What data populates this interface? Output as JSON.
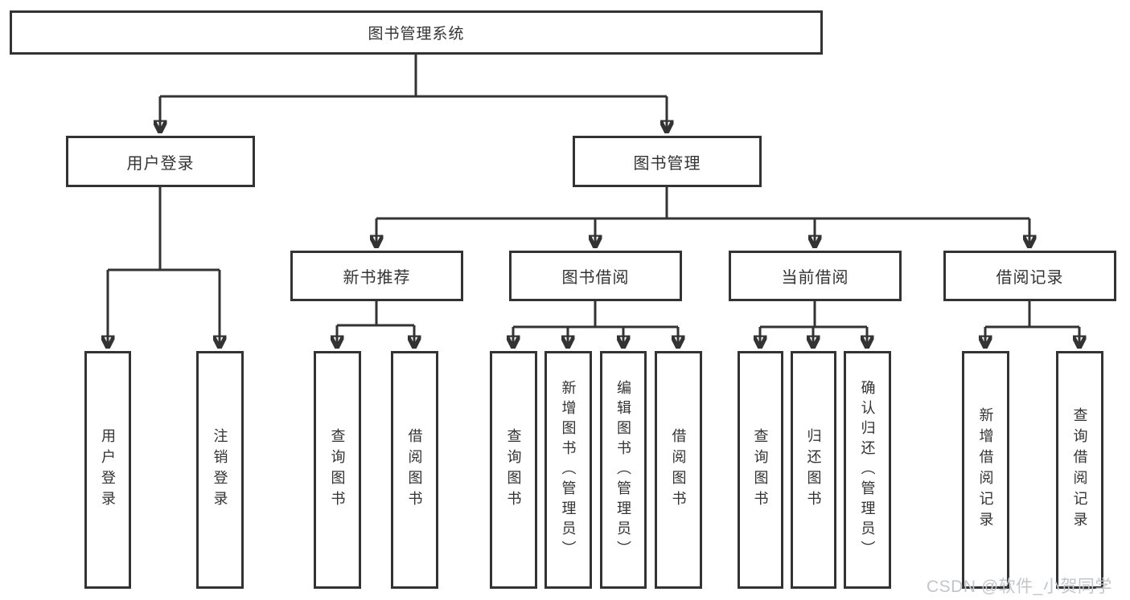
{
  "diagram": {
    "title": "图书管理系统",
    "branches": [
      {
        "label": "用户登录",
        "children": [
          "用户登录",
          "注销登录"
        ]
      },
      {
        "label": "图书管理",
        "groups": [
          {
            "label": "新书推荐",
            "children": [
              "查询图书",
              "借阅图书"
            ]
          },
          {
            "label": "图书借阅",
            "children": [
              "查询图书",
              "新增图书（管理员）",
              "编辑图书（管理员）",
              "借阅图书"
            ]
          },
          {
            "label": "当前借阅",
            "children": [
              "查询图书",
              "归还图书",
              "确认归还（管理员）"
            ]
          },
          {
            "label": "借阅记录",
            "children": [
              "新增借阅记录",
              "查询借阅记录"
            ]
          }
        ]
      }
    ]
  },
  "watermark": {
    "text": "CSDN @软件_小贺同学"
  },
  "colors": {
    "line": "#333333",
    "text": "#333333",
    "background": "#ffffff",
    "watermark": "#c3c5c8"
  }
}
